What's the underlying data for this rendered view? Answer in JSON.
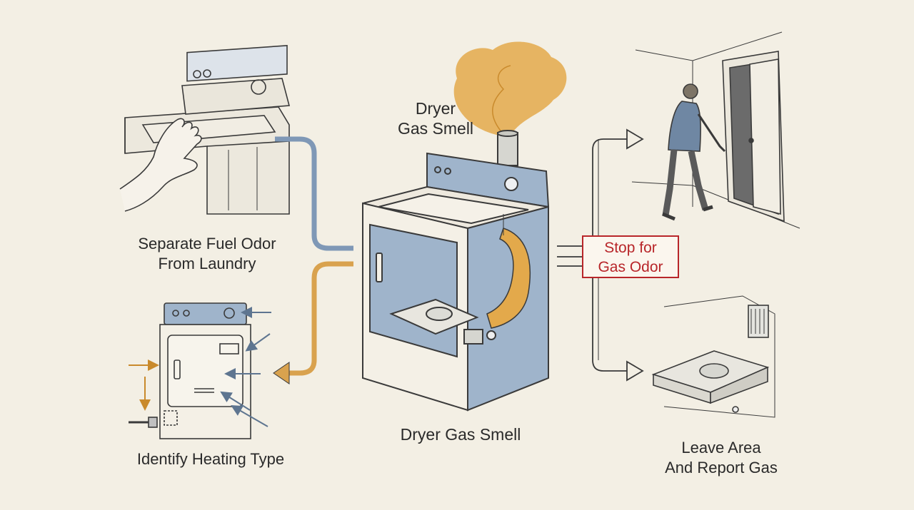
{
  "labels": {
    "separate_line1": "Separate Fuel Odor",
    "separate_line2": "From Laundry",
    "identify": "Identify Heating Type",
    "center": "Dryer Gas Smell",
    "top_line1": "Dryer",
    "top_line2": "Gas Smell",
    "stop_line1": "Stop for",
    "stop_line2": "Gas Odor",
    "leave_line1": "Leave Area",
    "leave_line2": "And Report Gas"
  },
  "colors": {
    "background": "#f3efe4",
    "line": "#3a3a3a",
    "blue_arrow": "#7f98b6",
    "orange_arrow": "#d9a24e",
    "panel_blue": "#9fb4cb",
    "smoke": "#e3a94b",
    "stop_red": "#b8262a"
  },
  "icons": [
    "washer-hand-icon",
    "dryer-panel-icon",
    "gas-dryer-icon",
    "person-exit-icon",
    "gas-burner-icon"
  ]
}
